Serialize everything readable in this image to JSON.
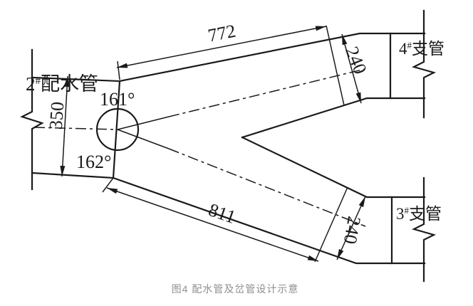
{
  "figure": {
    "caption": "图4 配水管及岔管设计示意",
    "pipes": {
      "main": {
        "num": "2",
        "hash": "#",
        "word": "配水管"
      },
      "branch_top": {
        "num": "4",
        "hash": "#",
        "word": "支管"
      },
      "branch_bottom": {
        "num": "3",
        "hash": "#",
        "word": "支管"
      }
    },
    "dims": {
      "top_len": "772",
      "bottom_len": "811",
      "main_width": "350",
      "top_width": "240",
      "bottom_width": "240"
    },
    "angles": {
      "top": "161°",
      "bottom": "162°"
    },
    "colors": {
      "line": "#1a1a1a",
      "caption_text": "#8f8f8f"
    }
  }
}
